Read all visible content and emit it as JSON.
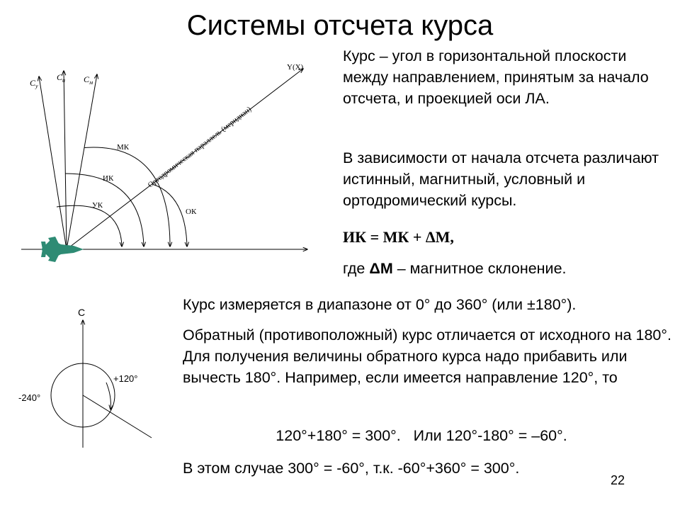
{
  "slide": {
    "title": "Системы отсчета курса",
    "page_number": "22",
    "definition": "Курс – угол в горизонтальной плоскости между направлением, принятым за начало отсчета, и проекцией оси ЛА.",
    "types_text": "В зависимости от начала отсчета различают истинный, магнитный, условный и ортодромический курсы.",
    "formula": "ИК = МК + ΔМ,",
    "where_prefix": "где ",
    "where_symbol": "ΔМ",
    "where_suffix": " – магнитное склонение.",
    "range_text": "Курс измеряется в диапазоне от 0° до 360° (или ±180°).",
    "reverse_text": "Обратный (противоположный) курс отличается от исходного на 180°. Для получения величины обратного курса надо прибавить или вычесть 180°. Например, если имеется направление 120°, то",
    "example_line": "120°+180° = 300°.   Или 120°-180° = –60°.",
    "conclusion_line": "В этом случае 300° = -60°, т.к. -60°+360° = 300°."
  },
  "diagram_top": {
    "axis_y_label": "Y(X)",
    "north_labels": {
      "conditional": "C",
      "conditional_sub": "у",
      "true": "C",
      "true_sub": "и",
      "magnetic": "C",
      "magnetic_sub": "м"
    },
    "arc_labels": {
      "magnetic_course": "МК",
      "true_course": "ИК",
      "conditional_course": "УК",
      "ortho_course": "ОК"
    },
    "diagonal_label": "Ортодромическая параллель (меридиан)"
  },
  "diagram_bottom": {
    "north_label": "С",
    "positive_angle": "+120°",
    "negative_angle": "-240°"
  },
  "colors": {
    "aircraft": "#2e8b74",
    "text": "#000000",
    "background": "#ffffff"
  }
}
